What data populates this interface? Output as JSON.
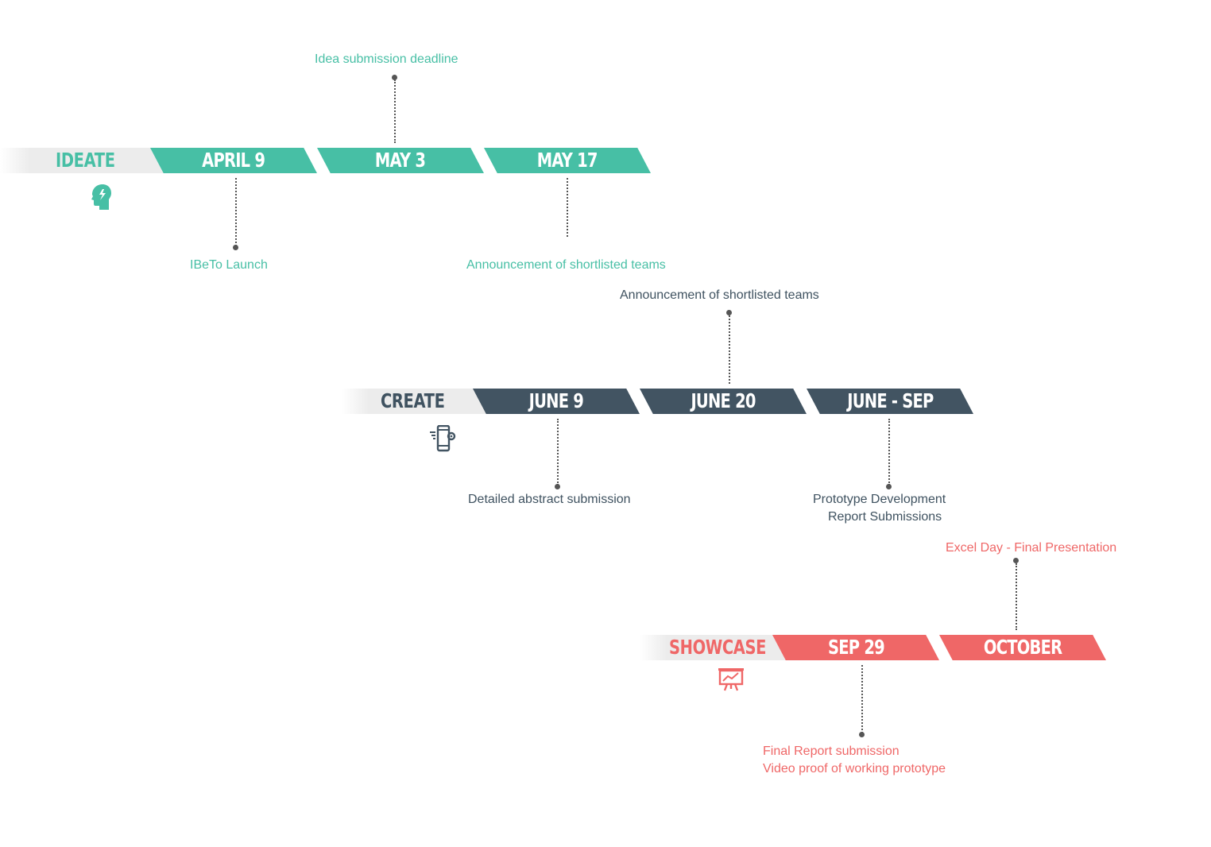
{
  "colors": {
    "ideate": "#47bfa5",
    "create": "#425462",
    "showcase": "#ef6767"
  },
  "ideate": {
    "title": "IDEATE",
    "icon": "head-idea-icon",
    "dates": [
      "APRIL 9",
      "MAY 3",
      "MAY 17"
    ],
    "captions": {
      "april9": "IBeTo Launch",
      "may3": "Idea submission deadline",
      "may17": "Announcement of shortlisted teams"
    }
  },
  "create": {
    "title": "CREATE",
    "icon": "mobile-settings-icon",
    "dates": [
      "JUNE 9",
      "JUNE 20",
      "JUNE - SEP"
    ],
    "captions": {
      "june9": "Detailed abstract submission",
      "june20": "Announcement of shortlisted teams",
      "junesep_line1": "Prototype Development",
      "junesep_line2": "Report Submissions"
    }
  },
  "showcase": {
    "title": "SHOWCASE",
    "icon": "presentation-board-icon",
    "dates": [
      "SEP 29",
      "OCTOBER"
    ],
    "captions": {
      "sep29_line1": "Final Report submission",
      "sep29_line2": "Video proof of working prototype",
      "october": "Excel Day - Final Presentation"
    }
  }
}
